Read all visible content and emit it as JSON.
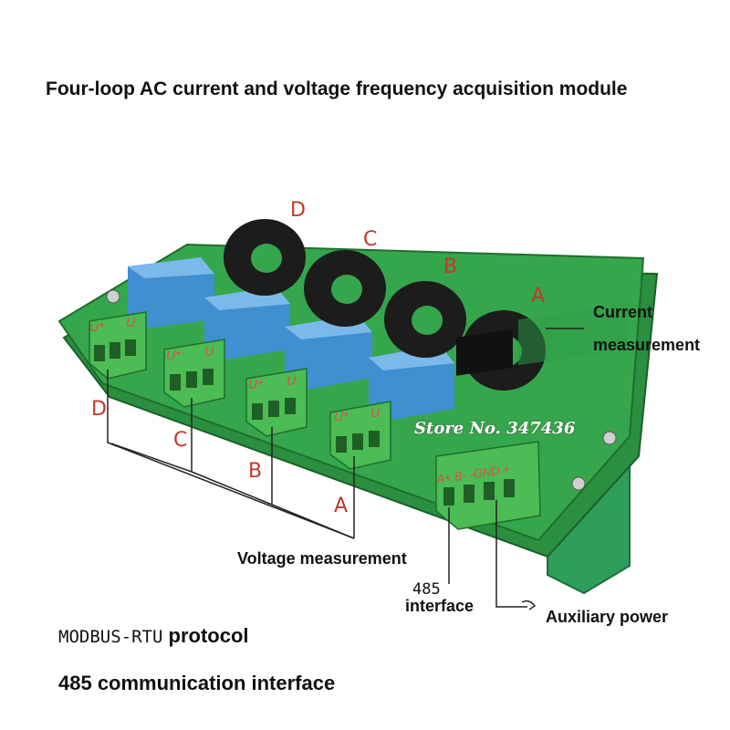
{
  "title": "Four-loop AC current and voltage frequency acquisition module",
  "ct_labels": [
    "D",
    "C",
    "B",
    "A"
  ],
  "terminal_labels": {
    "voltage_terminal": [
      "U*",
      "U"
    ],
    "rs485_terminal": "A+ B- -GND +"
  },
  "voltage_labels": [
    "D",
    "C",
    "B",
    "A"
  ],
  "callouts": {
    "current": [
      "Current",
      "measurement"
    ],
    "voltage": "Voltage measurement",
    "rs485_number": "485",
    "rs485_word": "interface",
    "aux_power": "Auxiliary power"
  },
  "watermark": "Store No. 347436",
  "bottom": {
    "protocol_prefix": "MODBUS-RTU",
    "protocol_word": "protocol",
    "interface": "485 communication interface"
  },
  "colors": {
    "pcb": "#2e9e47",
    "relay": "#4a9ad6",
    "ct": "#1d1d1d",
    "terminal": "#46b34e",
    "letter": "#c0392b"
  }
}
